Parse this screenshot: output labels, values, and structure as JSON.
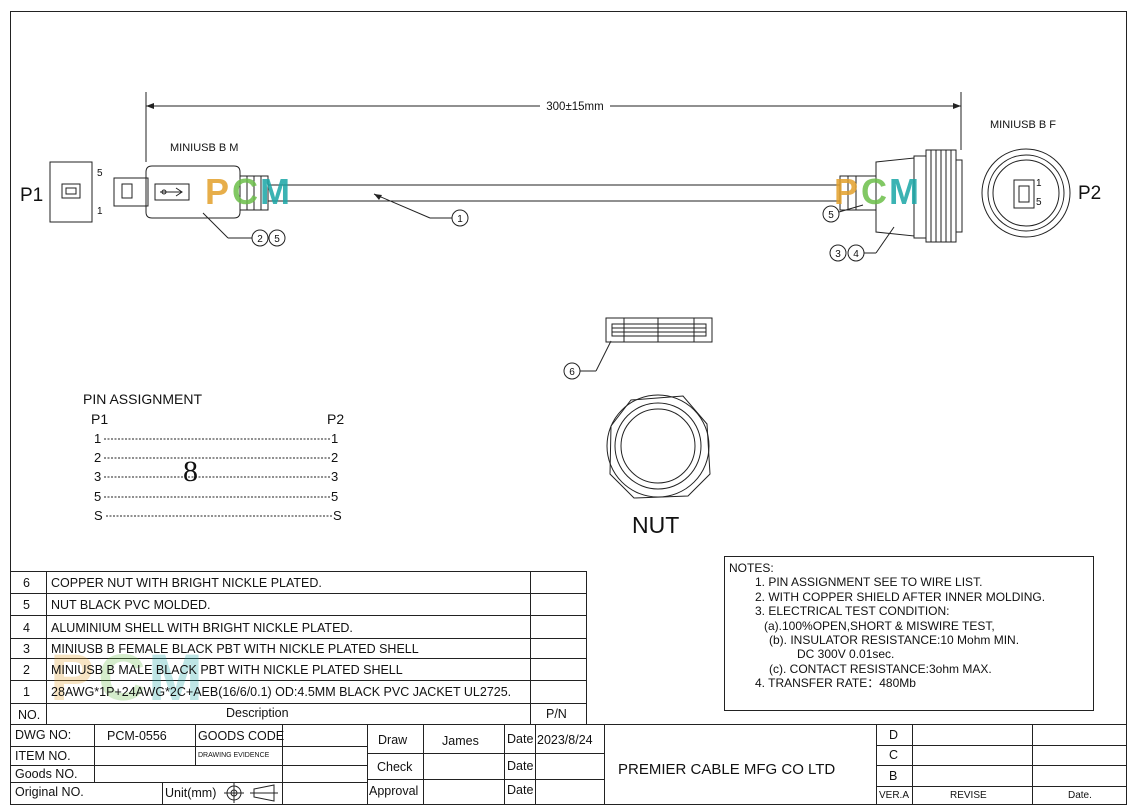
{
  "drawing": {
    "dimension": "300±15mm",
    "p1_label": "P1",
    "p2_label": "P2",
    "p1_connector": "MINIUSB B M",
    "p2_connector": "MINIUSB B F",
    "p1_pin_top": "5",
    "p1_pin_bottom": "1",
    "p2_pin_top": "1",
    "p2_pin_bottom": "5",
    "logo_p": "P",
    "logo_c": "C",
    "logo_m": "M",
    "balloons": {
      "cable": "1",
      "p1_a": "2",
      "p1_b": "5",
      "p2_top": "5",
      "p2_a": "3",
      "p2_b": "4",
      "nut": "6"
    },
    "nut_label": "NUT",
    "brand_colors": {
      "p": "#e3a12b",
      "c": "#6cbf4a",
      "m": "#1aa6a6"
    }
  },
  "pin_assignment": {
    "title": "PIN  ASSIGNMENT",
    "left_header": "P1",
    "right_header": "P2",
    "rows": [
      {
        "left": "1",
        "right": "1"
      },
      {
        "left": "2",
        "right": "2"
      },
      {
        "left": "3",
        "right": "3"
      },
      {
        "left": "5",
        "right": "5"
      },
      {
        "left": "S",
        "right": "S"
      }
    ],
    "twist_mark": "8"
  },
  "bom": {
    "rows": [
      {
        "no": "6",
        "desc": "COPPER NUT WITH BRIGHT NICKLE PLATED."
      },
      {
        "no": "5",
        "desc": "NUT BLACK PVC MOLDED."
      },
      {
        "no": "4",
        "desc": "ALUMINIUM  SHELL WITH BRIGHT NICKLE PLATED."
      },
      {
        "no": "3",
        "desc": "MINIUSB B FEMALE  BLACK PBT WITH NICKLE PLATED SHELL"
      },
      {
        "no": "2",
        "desc": "MINIUSB B MALE  BLACK PBT WITH NICKLE PLATED SHELL"
      },
      {
        "no": "1",
        "desc": "28AWG*1P+24AWG*2C+AEB(16/6/0.1) OD:4.5MM BLACK PVC JACKET UL2725."
      }
    ],
    "header_no": "NO.",
    "header_desc": "Description",
    "header_pn": "P/N"
  },
  "notes": {
    "title": "NOTES:",
    "lines": [
      "1. PIN ASSIGNMENT SEE TO WIRE LIST.",
      "2. WITH COPPER SHIELD AFTER INNER MOLDING.",
      "3. ELECTRICAL TEST CONDITION:",
      "(a).100%OPEN,SHORT & MISWIRE TEST,",
      "(b). INSULATOR RESISTANCE:10 Mohm MIN.",
      "DC 300V 0.01sec.",
      "(c). CONTACT RESISTANCE:3ohm MAX.",
      "4. TRANSFER RATE：480Mb"
    ]
  },
  "title_block": {
    "dwg_no_label": "DWG NO:",
    "dwg_no": "PCM-0556",
    "goods_code_label": "GOODS CODE",
    "item_no_label": "ITEM NO.",
    "drawing_evidence": "DRAWING EVIDENCE",
    "goods_no_label": "Goods NO.",
    "original_no_label": "Original NO.",
    "unit": "Unit(mm)",
    "draw_label": "Draw",
    "draw_name": "James",
    "check_label": "Check",
    "approval_label": "Approval",
    "date_label": "Date",
    "date_value": "2023/8/24",
    "company": "PREMIER CABLE MFG CO LTD",
    "rev_d": "D",
    "rev_c": "C",
    "rev_b": "B",
    "ver": "VER.A",
    "revise": "REVISE",
    "date_col": "Date."
  }
}
